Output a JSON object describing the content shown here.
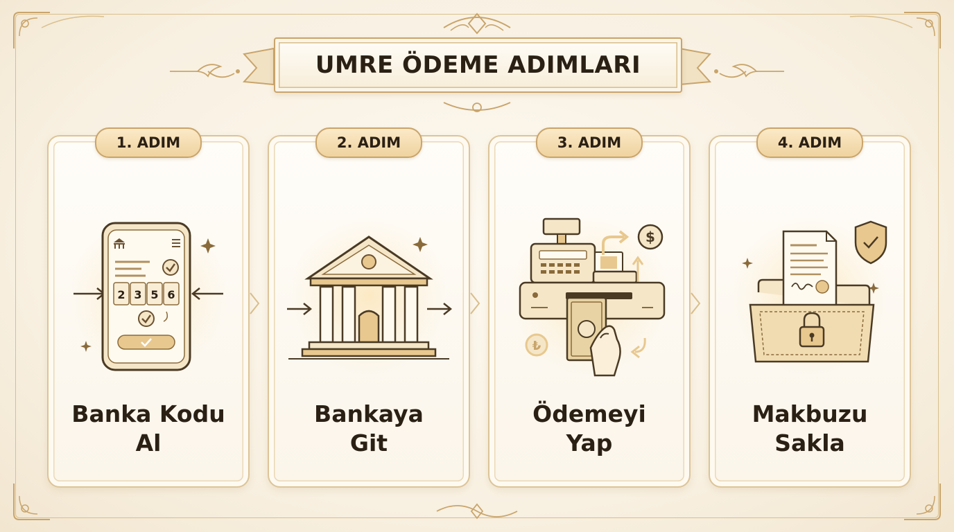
{
  "title": "UMRE ÖDEME ADIMLARI",
  "colors": {
    "gold_line": "#c9a46a",
    "gold_fill": "#efd3a0",
    "text_dark": "#2b2014",
    "background": "#f8f0e1"
  },
  "steps": [
    {
      "badge": "1. ADIM",
      "label_line1": "Banka Kodu",
      "label_line2": "Al",
      "icon": "phone-code-icon",
      "code_digits": [
        "2",
        "3",
        "5",
        "6"
      ]
    },
    {
      "badge": "2. ADIM",
      "label_line1": "Bankaya",
      "label_line2": "Git",
      "icon": "bank-building-icon"
    },
    {
      "badge": "3. ADIM",
      "label_line1": "Ödemeyi",
      "label_line2": "Yap",
      "icon": "cash-register-payment-icon",
      "currency_symbols": [
        "$",
        "₺"
      ]
    },
    {
      "badge": "4. ADIM",
      "label_line1": "Makbuzu",
      "label_line2": "Sakla",
      "icon": "receipt-folder-lock-icon"
    }
  ]
}
